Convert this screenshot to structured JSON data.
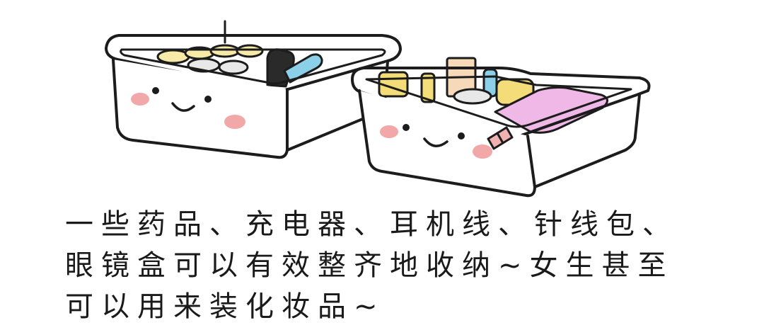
{
  "caption": {
    "line1": "一些药品、充电器、耳机线、针线包、",
    "line2": "眼镜盒可以有效整齐地收纳~女生甚至",
    "line3": "可以用来装化妆品~"
  },
  "colors": {
    "outline": "#1c1c1c",
    "blush": "#f2a8a8",
    "yellow": "#f4dc78",
    "pink_pouch": "#f0b8e6",
    "blue": "#8ccfe8",
    "text": "#1a1a1a"
  },
  "illustration": {
    "left_box": [
      "cosmetic-jars",
      "black-bottle",
      "blue-bottle"
    ],
    "right_box": [
      "yellow-bottles",
      "beige-box",
      "blue-tube",
      "yellow-pouch",
      "pink-pouch"
    ]
  }
}
